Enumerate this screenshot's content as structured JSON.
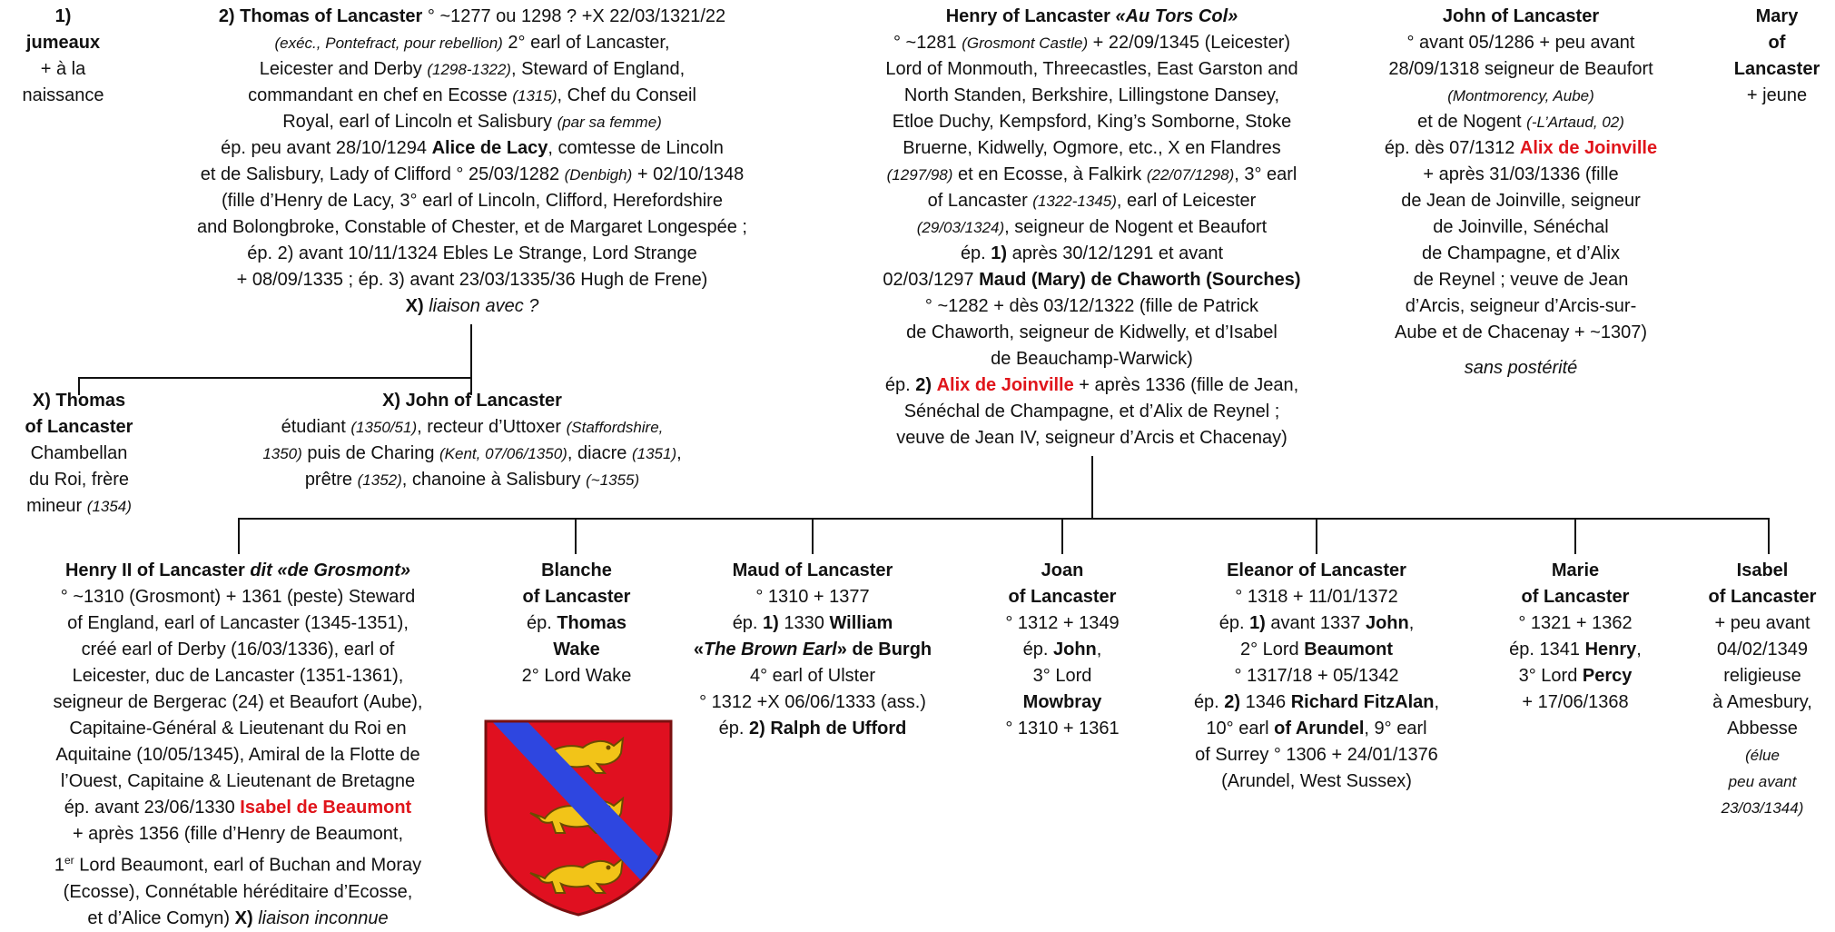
{
  "people": {
    "twins": {
      "l1": "1)",
      "l2": "jumeaux",
      "l3": "+ à la",
      "l4": "naissance"
    },
    "thomas": {
      "name": "2) Thomas of Lancaster",
      "l1a": " ° ~1277 ou 1298 ? +X 22/03/1321/22",
      "l2a": "(exéc., Pontefract, pour rebellion)",
      "l2b": " 2° earl of Lancaster,",
      "l3a": "Leicester and Derby ",
      "l3b": "(1298-1322)",
      "l3c": ", Steward of England,",
      "l4a": "commandant en chef en Ecosse ",
      "l4b": "(1315)",
      "l4c": ", Chef du Conseil",
      "l5a": "Royal, earl of Lincoln et Salisbury ",
      "l5b": "(par sa femme)",
      "l6a": "ép. peu avant 28/10/1294 ",
      "l6b": "Alice de Lacy",
      "l6c": ", comtesse de Lincoln",
      "l7a": "et de Salisbury, Lady of Clifford ° 25/03/1282 ",
      "l7b": "(Denbigh)",
      "l7c": " + 02/10/1348",
      "l8": "(fille d’Henry de Lacy, 3° earl of Lincoln, Clifford, Herefordshire",
      "l9": "and Bolongbroke, Constable of Chester, et de Margaret Longespée ;",
      "l10": "ép. 2) avant 10/11/1324 Ebles Le Strange, Lord Strange",
      "l11": "+ 08/09/1335 ; ép. 3) avant 23/03/1335/36 Hugh de Frene)",
      "l12a": "X) ",
      "l12b": "liaison avec ?"
    },
    "henry": {
      "name": "Henry of Lancaster ",
      "nick": "«Au Tors Col»",
      "l1a": "° ~1281 ",
      "l1b": "(Grosmont Castle)",
      "l1c": " + 22/09/1345  (Leicester)",
      "l2": "Lord of Monmouth, Threecastles, East Garston and",
      "l3": "North Standen, Berkshire, Lillingstone Dansey,",
      "l4": "Etloe Duchy, Kempsford, King’s Somborne, Stoke",
      "l5": "Bruerne, Kidwelly, Ogmore, etc., X en Flandres",
      "l6a": "(1297/98)",
      "l6b": " et en Ecosse, à Falkirk ",
      "l6c": "(22/07/1298)",
      "l6d": ", 3° earl",
      "l7a": "of Lancaster ",
      "l7b": "(1322-1345)",
      "l7c": ", earl of Leicester",
      "l8a": "(29/03/1324)",
      "l8b": ", seigneur de Nogent et Beaufort",
      "l9a": "ép. ",
      "l9b": "1)",
      "l9c": " après 30/12/1291 et avant",
      "l10a": "02/03/1297 ",
      "l10b": "Maud (Mary) de Chaworth (Sourches)",
      "l11": "° ~1282 + dès 03/12/1322 (fille de Patrick",
      "l12": "de Chaworth, seigneur de Kidwelly, et d’Isabel",
      "l13": "de Beauchamp-Warwick)",
      "l14a": "ép. ",
      "l14b": "2)",
      "l14c": "Alix de Joinville",
      "l14d": " + après 1336 (fille de Jean,",
      "l15": "Sénéchal de Champagne, et d’Alix de Reynel ;",
      "l16": "veuve de Jean IV, seigneur d’Arcis et Chacenay)"
    },
    "john": {
      "name": "John of Lancaster",
      "l1": "° avant 05/1286 + peu avant",
      "l2": "28/09/1318 seigneur de Beaufort",
      "l3": "(Montmorency, Aube)",
      "l4a": "et de Nogent ",
      "l4b": "(-L’Artaud, 02)",
      "l5a": "ép. dès 07/1312 ",
      "l5b": "Alix de Joinville",
      "l6": "+ après 31/03/1336 (fille",
      "l7": "de Jean de Joinville, seigneur",
      "l8": "de Joinville, Sénéchal",
      "l9": "de Champagne, et d’Alix",
      "l10": "de Reynel ; veuve de Jean",
      "l11": "d’Arcis, seigneur d’Arcis-sur-",
      "l12": "Aube et de Chacenay + ~1307)",
      "l13": "sans postérité"
    },
    "mary": {
      "l1": "Mary",
      "l2": "of",
      "l3": "Lancaster",
      "l4": "+ jeune"
    },
    "xthomas": {
      "l1": "X) Thomas",
      "l2": "of Lancaster",
      "l3": "Chambellan",
      "l4": "du Roi, frère",
      "l5a": "mineur ",
      "l5b": "(1354)"
    },
    "xjohn": {
      "name": "X) John of Lancaster",
      "l1a": "étudiant ",
      "l1b": "(1350/51)",
      "l1c": ", recteur d’Uttoxer ",
      "l1d": "(Staffordshire,",
      "l2a": "1350)",
      "l2b": " puis de Charing ",
      "l2c": "(Kent, 07/06/1350)",
      "l2d": ", diacre ",
      "l2e": "(1351)",
      "l2f": ",",
      "l3a": "prêtre ",
      "l3b": "(1352)",
      "l3c": ", chanoine à Salisbury ",
      "l3d": "(~1355)"
    },
    "henry2": {
      "name": "Henry II of Lancaster ",
      "nick": "dit «de Grosmont»",
      "l1": "° ~1310 (Grosmont) + 1361 (peste) Steward",
      "l2": "of England, earl of Lancaster (1345-1351),",
      "l3": "créé earl of Derby (16/03/1336), earl of",
      "l4": "Leicester, duc de Lancaster (1351-1361),",
      "l5": "seigneur de Bergerac (24) et Beaufort (Aube),",
      "l6": "Capitaine-Général & Lieutenant du Roi en",
      "l7": "Aquitaine (10/05/1345), Amiral de la Flotte de",
      "l8": "l’Ouest, Capitaine & Lieutenant de Bretagne",
      "l9a": "ép. avant 23/06/1330 ",
      "l9b": "Isabel de Beaumont",
      "l10": "+ après 1356 (fille d’Henry de Beaumont,",
      "l11a": "1",
      "l11b": "er",
      "l11c": " Lord Beaumont, earl of Buchan and Moray",
      "l12": "(Ecosse), Connétable héréditaire d’Ecosse,",
      "l13a": "et d’Alice Comyn)  ",
      "l13b": "X)",
      "l13c": " liaison inconnue"
    },
    "blanche": {
      "l1": "Blanche",
      "l2": "of Lancaster",
      "l3a": "ép. ",
      "l3b": "Thomas",
      "l4": "Wake",
      "l5": "2° Lord Wake"
    },
    "maud": {
      "name": "Maud of Lancaster",
      "l1": "° 1310 + 1377",
      "l2a": "ép. ",
      "l2b": "1)",
      "l2c": " 1330 ",
      "l2d": "William",
      "l3a": "«",
      "l3b": "The Brown Earl",
      "l3c": "» de Burgh",
      "l4": "4° earl of Ulster",
      "l5": "° 1312 +X 06/06/1333 (ass.)",
      "l6a": "ép. ",
      "l6b": "2) Ralph de Ufford"
    },
    "joan": {
      "l1": "Joan",
      "l2": "of Lancaster",
      "l3": "° 1312 + 1349",
      "l4a": "ép. ",
      "l4b": "John",
      "l5": "3° Lord",
      "l6": "Mowbray",
      "l7": "° 1310 + 1361"
    },
    "eleanor": {
      "name": "Eleanor of Lancaster",
      "l1": "° 1318 + 11/01/1372",
      "l2a": "ép. ",
      "l2b": "1)",
      "l2c": " avant 1337 ",
      "l2d": "John",
      "l3a": "2° Lord ",
      "l3b": "Beaumont",
      "l4": "° 1317/18 + 05/1342",
      "l5a": "ép. ",
      "l5b": "2)",
      "l5c": " 1346 ",
      "l5d": "Richard FitzAlan",
      "l6a": "10° earl ",
      "l6b": "of Arundel",
      "l6c": ", 9° earl",
      "l7": "of Surrey ° 1306 + 24/01/1376",
      "l8": "(Arundel, West Sussex)"
    },
    "marie": {
      "l1": "Marie",
      "l2": "of Lancaster",
      "l3": "° 1321 + 1362",
      "l4a": "ép. 1341 ",
      "l4b": "Henry",
      "l5a": "3° Lord ",
      "l5b": "Percy",
      "l6": "+ 17/06/1368"
    },
    "isabel": {
      "l1": "Isabel",
      "l2": "of Lancaster",
      "l3": "+ peu avant",
      "l4": "04/02/1349",
      "l5": "religieuse",
      "l6": "à Amesbury,",
      "l7": "Abbesse",
      "l8": "(élue",
      "l9": "peu avant",
      "l10": "23/03/1344)"
    }
  },
  "colors": {
    "text": "#111111",
    "highlight": "#e0151b",
    "shield_red": "#e01020",
    "bend_blue": "#2e46e0",
    "lion_gold": "#f2c418"
  },
  "icons": {
    "coat_of_arms": "coat-of-arms-icon"
  }
}
